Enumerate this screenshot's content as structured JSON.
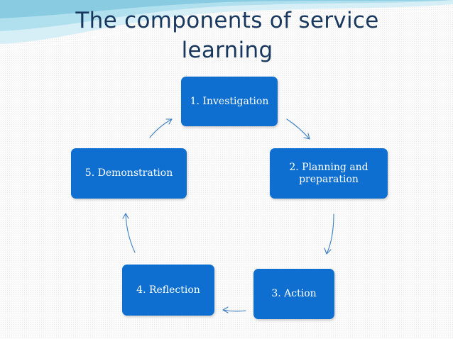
{
  "slide": {
    "title": "The components of service learning"
  },
  "diagram": {
    "type": "cycle",
    "nodes": [
      {
        "id": "investigation",
        "label": "1. Investigation"
      },
      {
        "id": "planning",
        "label": "2.  Planning and preparation"
      },
      {
        "id": "action",
        "label": "3. Action"
      },
      {
        "id": "reflection",
        "label": "4. Reflection"
      },
      {
        "id": "demonstration",
        "label": "5. Demonstration"
      }
    ],
    "edges": [
      {
        "from": "investigation",
        "to": "planning"
      },
      {
        "from": "planning",
        "to": "action"
      },
      {
        "from": "action",
        "to": "reflection"
      },
      {
        "from": "reflection",
        "to": "demonstration"
      },
      {
        "from": "demonstration",
        "to": "investigation"
      }
    ]
  },
  "colors": {
    "node_fill": "#0e6fd0",
    "node_text": "#ffffff",
    "title_text": "#17375e",
    "arrow": "#3c7fc4",
    "swoosh_light": "#bfe6f2",
    "swoosh_mid": "#7fcbe2"
  }
}
